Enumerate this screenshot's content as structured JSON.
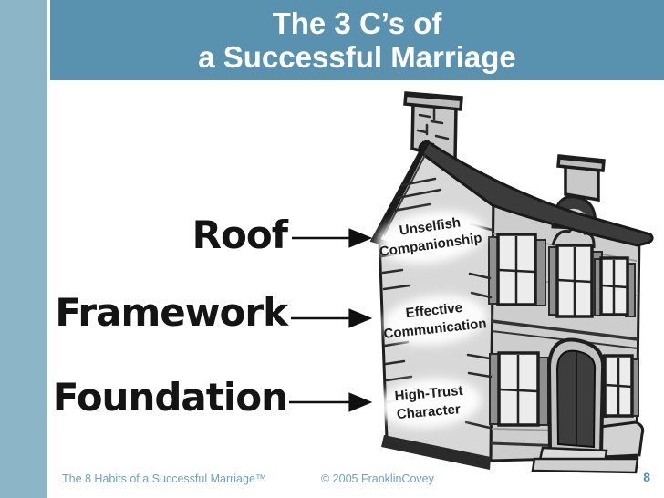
{
  "colors": {
    "sidebar": "#8cb5c8",
    "banner": "#5892af",
    "footer_text": "#6ba2bd",
    "page_number": "#4792b8",
    "label_text": "#141414",
    "house_outline": "#1e1e1e",
    "house_wall": "#d8d8d8",
    "house_facade": "#cdcdcd",
    "house_roof": "#3b3b3b"
  },
  "header": {
    "title_line1": "The 3 C’s of",
    "title_line2": "a Successful Marriage"
  },
  "diagram": {
    "callouts": [
      {
        "label": "Roof"
      },
      {
        "label": "Framework"
      },
      {
        "label": "Foundation"
      }
    ],
    "house_labels": [
      {
        "line1": "Unselfish",
        "line2": "Companionship"
      },
      {
        "line1": "Effective",
        "line2": "Communication"
      },
      {
        "line1": "High-Trust",
        "line2": "Character"
      }
    ]
  },
  "footer": {
    "left": "The 8 Habits of a Successful Marriage™",
    "center": "© 2005 FranklinCovey",
    "page_number": "8"
  }
}
